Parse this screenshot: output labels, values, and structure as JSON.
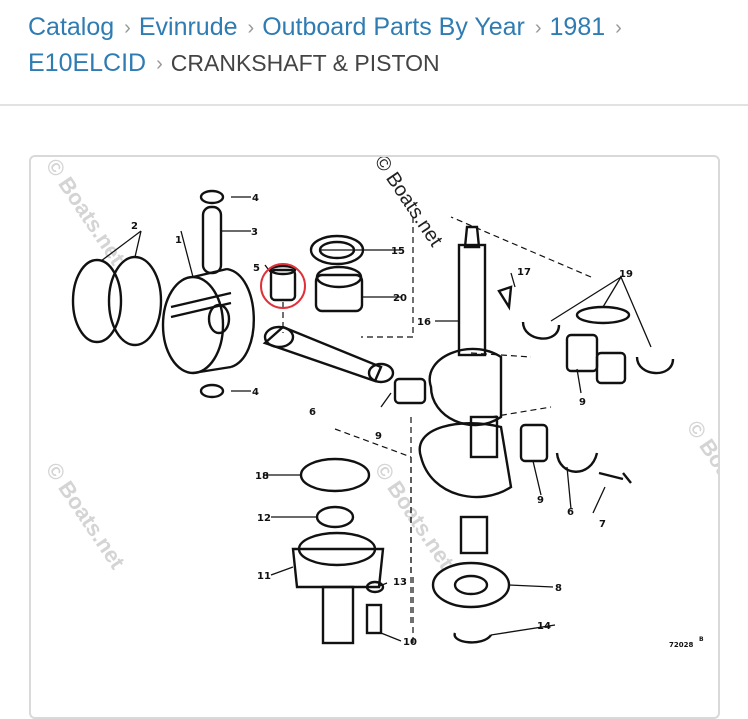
{
  "breadcrumb": {
    "items": [
      "Catalog",
      "Evinrude",
      "Outboard Parts By Year",
      "1981",
      "E10ELCID"
    ],
    "separator": ">",
    "current": "CRANKSHAFT & PISTON"
  },
  "diagram": {
    "watermark_light": "© Boats.net",
    "watermark_dark": "© Boats.net",
    "part_labels": [
      "1",
      "2",
      "3",
      "4",
      "4",
      "5",
      "6",
      "6",
      "7",
      "8",
      "9",
      "9",
      "9",
      "10",
      "11",
      "12",
      "13",
      "14",
      "15",
      "16",
      "17",
      "18",
      "19",
      "20"
    ],
    "figure_code": "72028",
    "figure_mark": "B",
    "highlight_color": "#e0303a"
  }
}
